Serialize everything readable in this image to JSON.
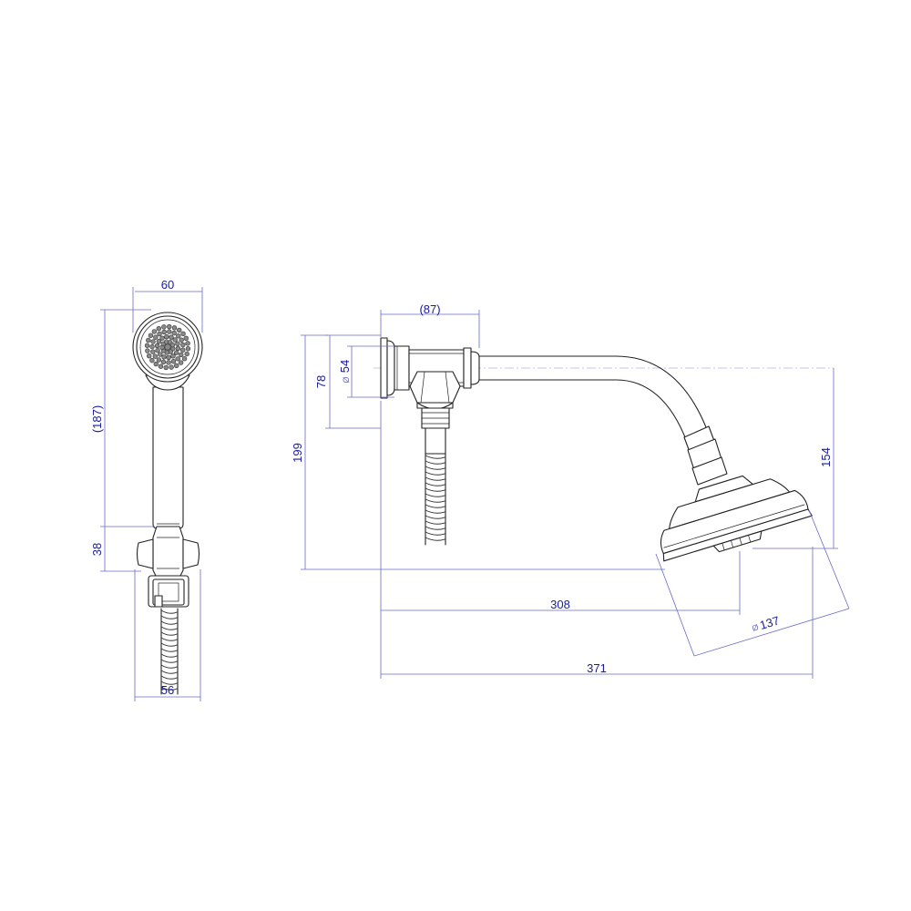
{
  "dimensions": {
    "handset_head_width": "60",
    "handset_length": "(187)",
    "holder_height": "38",
    "holder_width": "56",
    "flange_depth": "(87)",
    "flange_height": "78",
    "flange_diameter_symbol": "Ø",
    "flange_diameter": "54",
    "overall_height": "199",
    "arm_drop": "154",
    "arm_reach": "308",
    "overall_reach": "371",
    "head_diameter_symbol": "Ø",
    "head_diameter": "137"
  }
}
